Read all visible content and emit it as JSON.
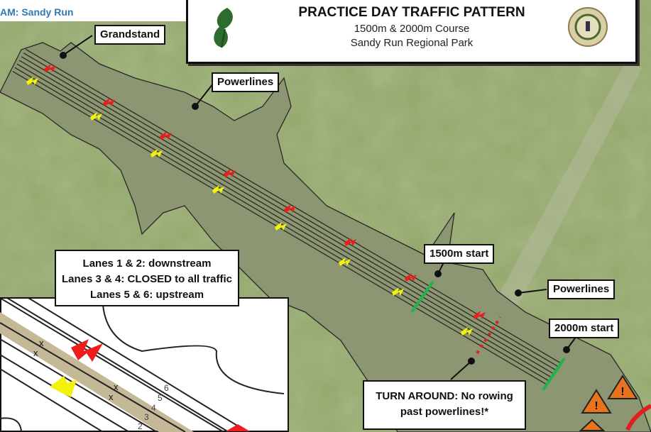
{
  "header": {
    "title": "PRACTICE DAY TRAFFIC PATTERN",
    "subtitle": "1500m & 2000m Course",
    "location": "Sandy Run Regional Park",
    "left_logo": "leaf-logo",
    "right_logo": "association-seal"
  },
  "corner_caption": "AM: Sandy Run",
  "labels": {
    "grandstand": "Grandstand",
    "powerlines_1": "Powerlines",
    "powerlines_2": "Powerlines",
    "start_1500": "1500m start",
    "start_2000": "2000m start",
    "turn_around_line1": "TURN AROUND: No rowing",
    "turn_around_line2": "past powerlines!*"
  },
  "legend": {
    "line1": "Lanes 1 & 2: downstream",
    "line2": "Lanes 3 & 4: CLOSED to all traffic",
    "line3": "Lanes 5 & 6: upstream"
  },
  "inset": {
    "lane_numbers": [
      "2",
      "3",
      "4",
      "5",
      "6"
    ],
    "closed_mark": "x"
  },
  "colors": {
    "upstream_marker": "#ee1c1c",
    "downstream_marker": "#f2f20a",
    "start_line": "#22b24c",
    "turnaround_line": "#e02020",
    "hazard": "#e8731c"
  }
}
